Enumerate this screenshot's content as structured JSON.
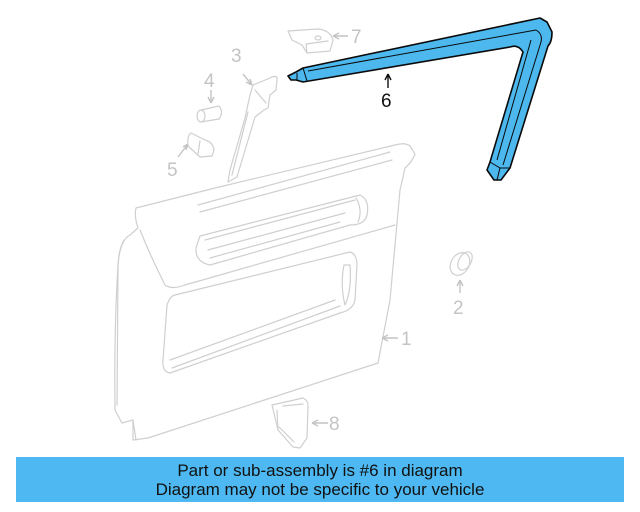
{
  "diagram": {
    "highlighted_part": "6",
    "highlight_color": "#4cb8ee",
    "callouts": [
      {
        "number": "1",
        "label": "1"
      },
      {
        "number": "2",
        "label": "2"
      },
      {
        "number": "3",
        "label": "3"
      },
      {
        "number": "4",
        "label": "4"
      },
      {
        "number": "5",
        "label": "5"
      },
      {
        "number": "6",
        "label": "6"
      },
      {
        "number": "7",
        "label": "7"
      },
      {
        "number": "8",
        "label": "8"
      }
    ]
  },
  "banner": {
    "line1": "Part or sub-assembly is #6 in diagram",
    "line2": "Diagram may not be specific to your vehicle",
    "background": "#4db8f1"
  }
}
